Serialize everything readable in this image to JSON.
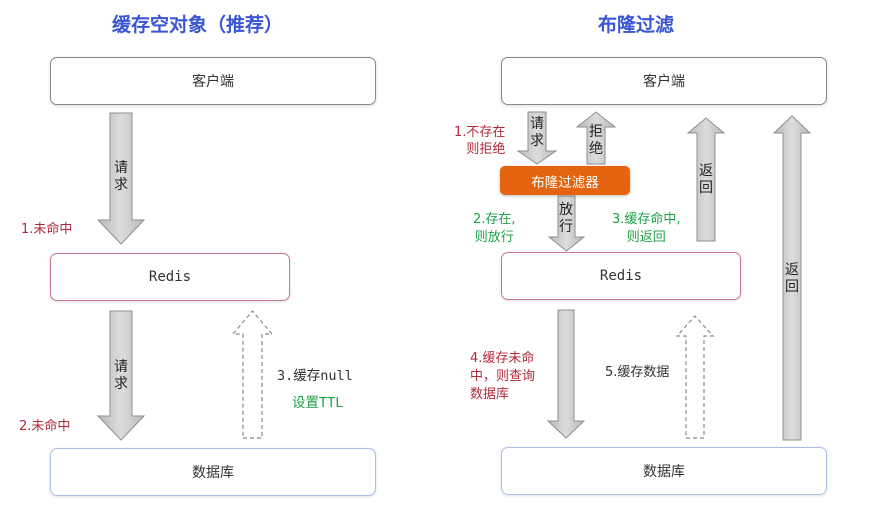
{
  "left": {
    "title": "缓存空对象（推荐）",
    "client": "客户端",
    "redis": "Redis",
    "db": "数据库",
    "request_1": "请求",
    "request_2": "请求",
    "miss_1": "1.未命中",
    "miss_2": "2.未命中",
    "cache_null": "3.缓存null",
    "set_ttl": "设置TTL"
  },
  "right": {
    "title": "布隆过滤",
    "client": "客户端",
    "filter": "布隆过滤器",
    "redis": "Redis",
    "db": "数据库",
    "request": "请求",
    "reject": "拒绝",
    "pass": "放行",
    "return_1": "返回",
    "return_2": "返回",
    "not_exist": "1.不存在\n则拒绝",
    "exists": "2.存在,\n则放行",
    "cache_hit": "3.缓存命中,\n则返回",
    "cache_miss": "4.缓存未命\n中，则查询\n数据库",
    "cache_data": "5.缓存数据"
  },
  "colors": {
    "title": "#3a56d4",
    "filter": "#e5640f",
    "label_red": "#b22a3a",
    "label_green": "#1fa14a"
  }
}
